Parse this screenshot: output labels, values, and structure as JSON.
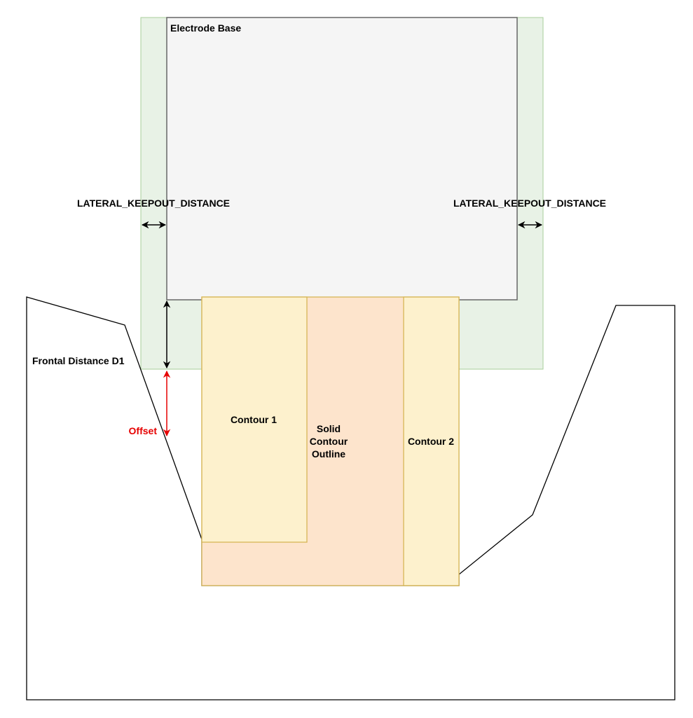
{
  "labels": {
    "electrode_base": "Electrode Base",
    "lateral_left": "LATERAL_KEEPOUT_DISTANCE",
    "lateral_right": "LATERAL_KEEPOUT_DISTANCE",
    "frontal": "Frontal Distance D1",
    "offset": "Offset",
    "contour1": "Contour 1",
    "solid_line1": "Solid",
    "solid_line2": "Contour",
    "solid_line3": "Outline",
    "contour2": "Contour 2"
  },
  "colors": {
    "keepout_fill": "#e8f2e6",
    "keepout_stroke": "#a9cf9b",
    "base_fill": "#f5f5f5",
    "base_stroke": "#666666",
    "solid_fill": "#fde4cc",
    "contour_fill": "#fdf1cd",
    "contour_stroke": "#d6b656",
    "offset_color": "#e60000",
    "line_color": "#000000"
  }
}
